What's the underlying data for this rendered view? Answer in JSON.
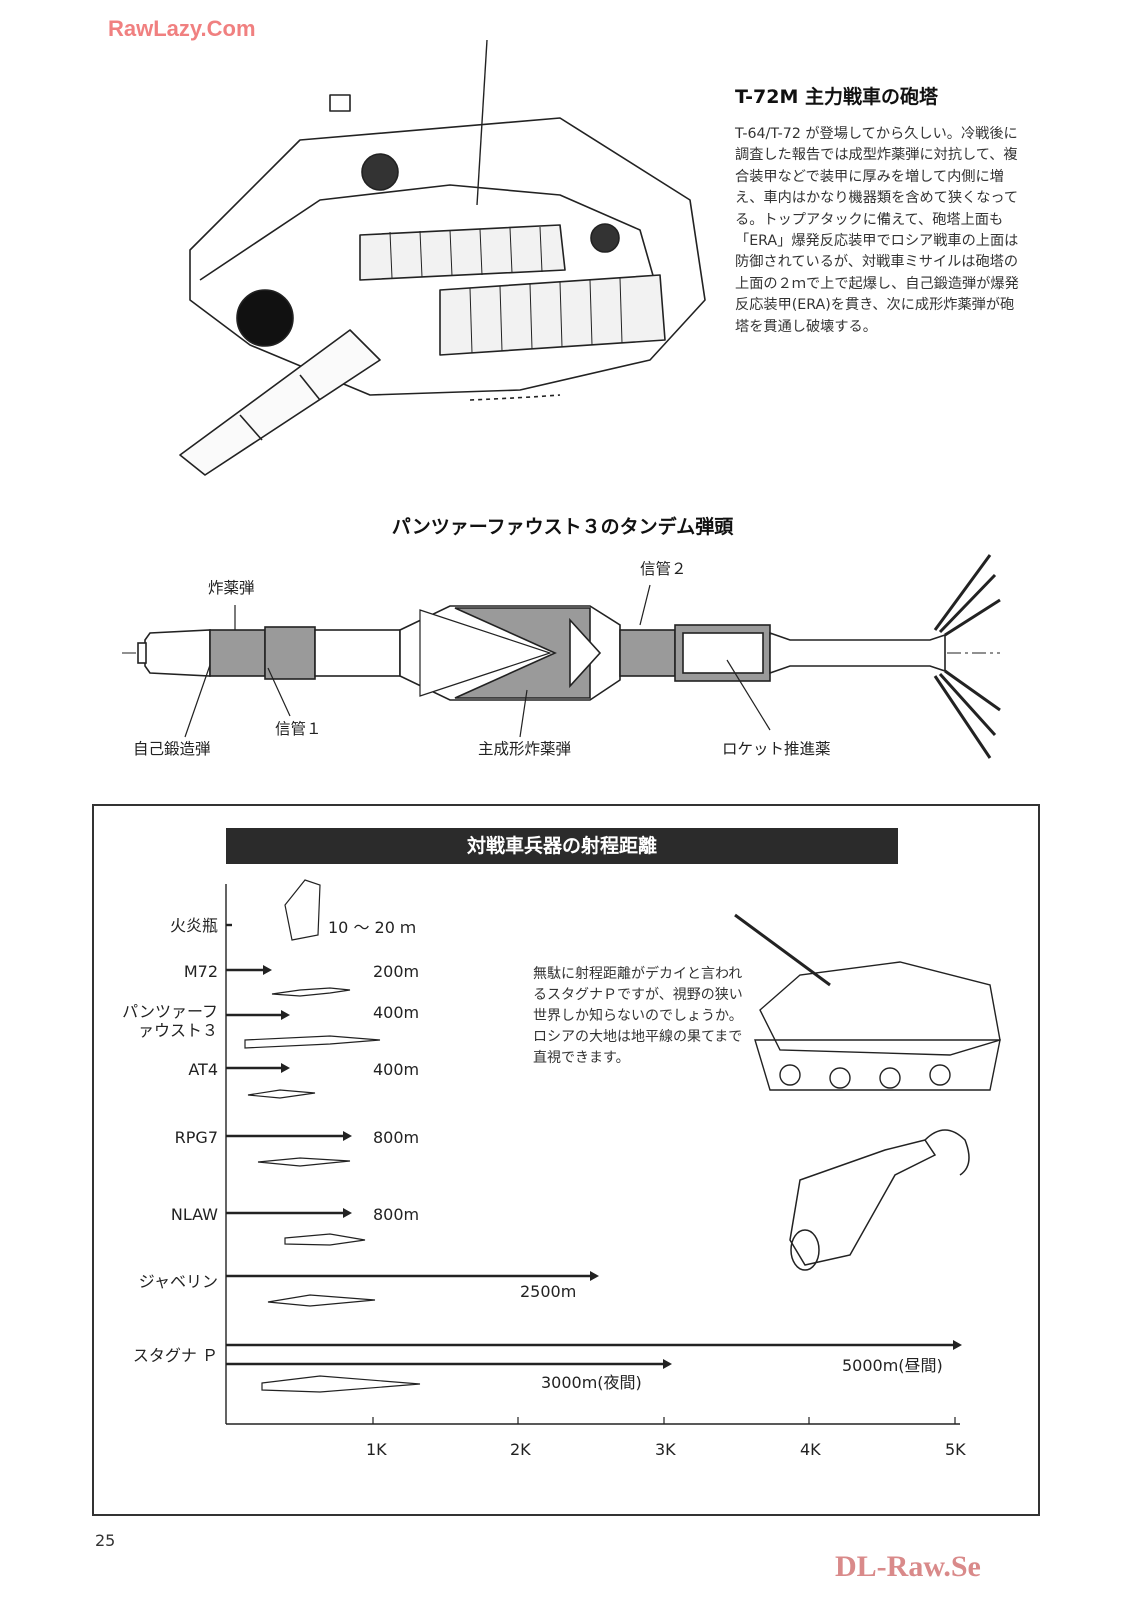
{
  "watermarks": {
    "top": "RawLazy.Com",
    "bottom": "DL-Raw.Se"
  },
  "t72": {
    "title": "T-72M 主力戦車の砲塔",
    "body": "T-64/T-72 が登場してから久しい。冷戦後に調査した報告では成型炸薬弾に対抗して、複合装甲などで装甲に厚みを増して内側に増え、車内はかなり機器類を含めて狭くなってる。トップアタックに備えて、砲塔上面も「ERA」爆発反応装甲でロシア戦車の上面は防御されているが、対戦車ミサイルは砲塔の上面の２ｍで上で起爆し、自己鍛造弾が爆発反応装甲(ERA)を貫き、次に成形炸薬弾が砲塔を貫通し破壊する。"
  },
  "panzerfaust": {
    "title": "パンツァーファウスト３のタンデム弾頭",
    "labels": {
      "explosive": "炸薬弾",
      "fuze2": "信管２",
      "efp": "自己鍛造弾",
      "fuze1": "信管１",
      "main_charge": "主成形炸薬弾",
      "rocket": "ロケット推進薬"
    }
  },
  "range_chart": {
    "title": "対戦車兵器の射程距離",
    "note": "無駄に射程距離がデカイと言われるスタグナＰですが、視野の狭い世界しか知らないのでしょうか。ロシアの大地は地平線の果てまで直視できます。",
    "x_ticks": [
      "1K",
      "2K",
      "3K",
      "4K",
      "5K"
    ],
    "page_number": "25",
    "icons": [
      "tank-icon",
      "molotov-bottle-icon"
    ]
  },
  "chart_data": {
    "type": "bar",
    "title": "対戦車兵器の射程距離",
    "xlabel": "",
    "ylabel": "",
    "xlim": [
      0,
      5000
    ],
    "units": "m",
    "categories": [
      "火炎瓶",
      "M72",
      "パンツァーファウスト３",
      "AT4",
      "RPG7",
      "NLAW",
      "ジャベリン",
      "スタグナ Ｐ"
    ],
    "weapons": [
      {
        "name": "火炎瓶",
        "label": "10 ～ 20 ｍ",
        "values": [
          20
        ]
      },
      {
        "name": "M72",
        "label": "200m",
        "values": [
          200
        ]
      },
      {
        "name": "パンツァーファウスト３",
        "label": "400m",
        "values": [
          400
        ]
      },
      {
        "name": "AT4",
        "label": "400m",
        "values": [
          400
        ]
      },
      {
        "name": "RPG7",
        "label": "800m",
        "values": [
          800
        ]
      },
      {
        "name": "NLAW",
        "label": "800m",
        "values": [
          800
        ]
      },
      {
        "name": "ジャベリン",
        "label": "2500m",
        "values": [
          2500
        ]
      },
      {
        "name": "スタグナ Ｐ",
        "label": "5000m(昼間)",
        "values": [
          5000
        ]
      },
      {
        "name": "",
        "label": "3000m(夜間)",
        "values": [
          3000
        ]
      }
    ]
  }
}
